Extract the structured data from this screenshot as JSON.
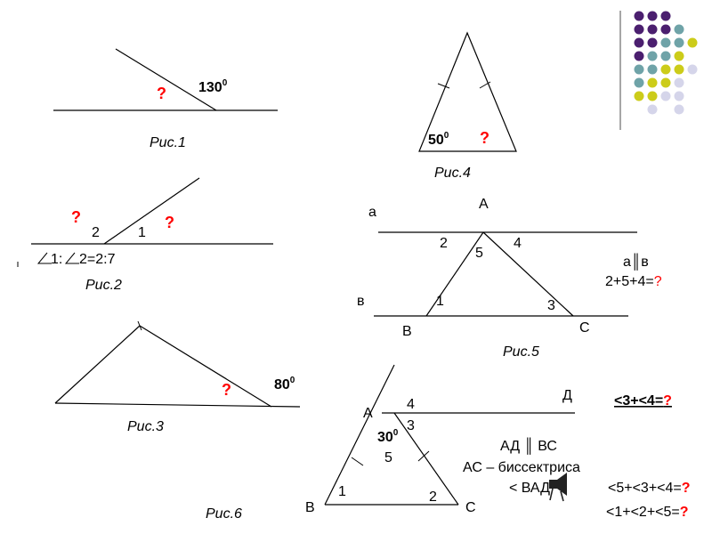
{
  "colors": {
    "question": "#ff0000",
    "dots_purple": "#4b1f6f",
    "dots_teal": "#6fa3a8",
    "dots_yellow": "#cccc1a",
    "dots_lavender": "#d5d5ea",
    "divider": "#888888"
  },
  "fig1": {
    "caption": "Рис.1",
    "angle": "130",
    "degree": "0",
    "question": "?"
  },
  "fig2": {
    "caption": "Рис.2",
    "label_2": "2",
    "label_1": "1",
    "question_left": "?",
    "question_right": "?",
    "condition_1": "1:",
    "condition_2": "2=2:7"
  },
  "fig3": {
    "caption": "Рис.3",
    "angle": "80",
    "degree": "0",
    "question": "?"
  },
  "fig4": {
    "caption": "Рис.4",
    "angle": "50",
    "degree": "0",
    "question": "?"
  },
  "fig5": {
    "caption": "Рис.5",
    "line_a": "а",
    "line_b": "в",
    "vertex_A": "А",
    "vertex_B": "В",
    "vertex_C": "С",
    "n1": "1",
    "n2": "2",
    "n3": "3",
    "n4": "4",
    "n5": "5",
    "given": "а║в",
    "task": "2+5+4=",
    "question": "?"
  },
  "fig6": {
    "caption": "Рис.6",
    "vertex_A": "А",
    "vertex_B": "В",
    "vertex_C": "С",
    "point_D": "Д",
    "n1": "1",
    "n2": "2",
    "n3": "3",
    "n4": "4",
    "n5": "5",
    "angle": "30",
    "degree": "0",
    "task_top": "<3+<4=",
    "given_1": "АД ║ ВС",
    "given_2": "АС – биссектриса",
    "given_3": "< ВАД",
    "task_1": "<5+<3+<4=",
    "task_2": "<1+<2+<5=",
    "question": "?"
  }
}
